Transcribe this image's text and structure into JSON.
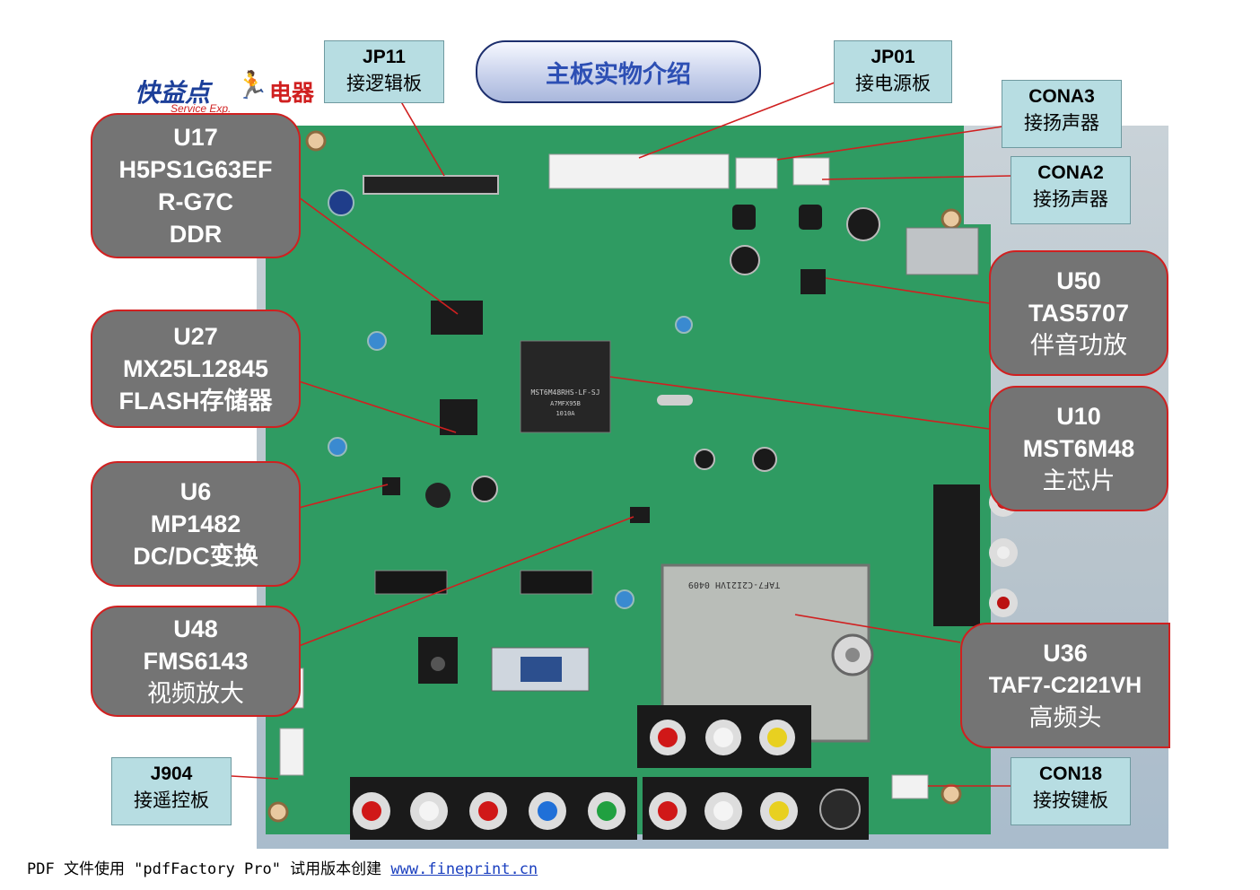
{
  "title": "主板实物介绍",
  "logo": {
    "brand": "快益点",
    "sub": "Service Exp.",
    "product": "电器"
  },
  "footer": {
    "prefix": "PDF 文件使用 \"pdfFactory Pro\" 试用版本创建 ",
    "link": "www.fineprint.cn"
  },
  "labels_top": [
    {
      "code": "JP11",
      "desc": "接逻辑板"
    },
    {
      "code": "JP01",
      "desc": "接电源板"
    },
    {
      "code": "CONA3",
      "desc": "接扬声器"
    },
    {
      "code": "CONA2",
      "desc": "接扬声器"
    }
  ],
  "labels_bottom": [
    {
      "code": "J904",
      "desc": "接遥控板"
    },
    {
      "code": "CON18",
      "desc": "接按键板"
    }
  ],
  "chips_left": [
    {
      "ref": "U17",
      "lines": [
        "H5PS1G63EF",
        "R-G7C",
        "DDR"
      ]
    },
    {
      "ref": "U27",
      "lines": [
        "MX25L12845",
        "FLASH存储器"
      ]
    },
    {
      "ref": "U6",
      "lines": [
        "MP1482",
        "DC/DC变换"
      ]
    },
    {
      "ref": "U48",
      "lines": [
        "FMS6143",
        "视频放大"
      ]
    }
  ],
  "chips_right": [
    {
      "ref": "U50",
      "lines": [
        "TAS5707",
        "伴音功放"
      ]
    },
    {
      "ref": "U10",
      "lines": [
        "MST6M48",
        "主芯片"
      ]
    },
    {
      "ref": "U36",
      "lines": [
        "TAF7-C2I21VH",
        "高频头"
      ]
    }
  ],
  "board_text": {
    "main_chip": "MST6M48RHS-LF-SJ",
    "main_chip_sub": "A7MFX95B",
    "main_chip_lot": "1010A",
    "tuner": "TAF7-C2I21VH 0409"
  },
  "colors": {
    "pcb": "#2f9b62",
    "callout_grey": "#747474",
    "callout_border": "#d02020",
    "callout_teal": "#b7dde2",
    "title_text": "#2d4fb4"
  }
}
